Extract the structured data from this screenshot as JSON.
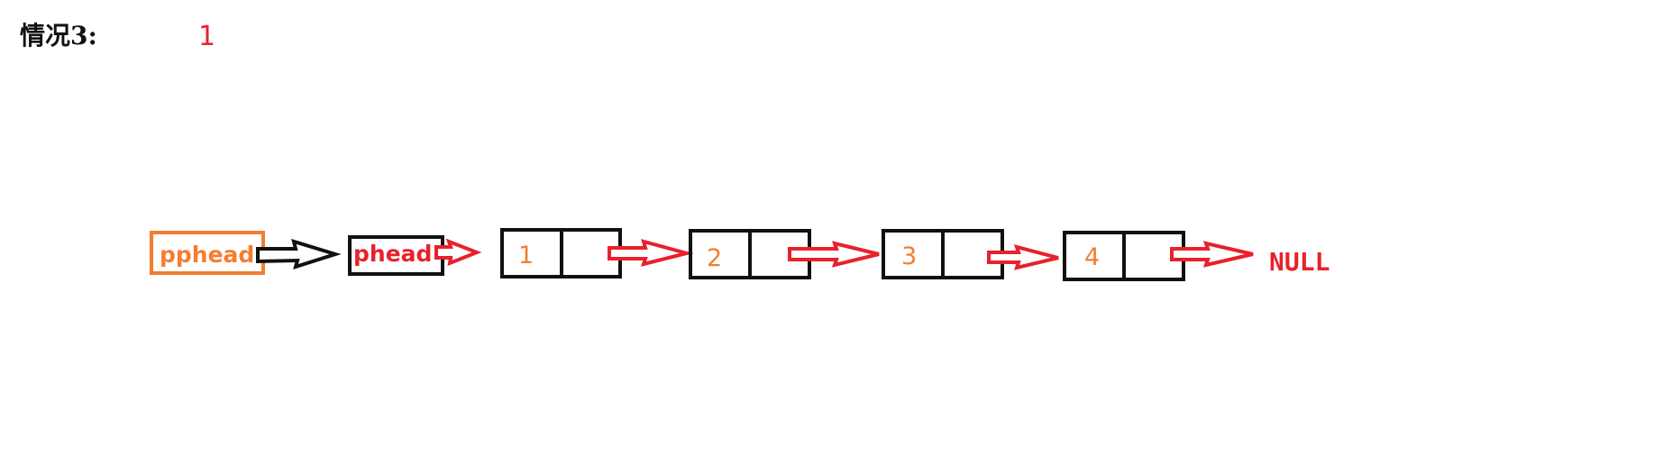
{
  "title": {
    "label": "情况3:",
    "number": "1"
  },
  "diagram": {
    "pointer_to_pointer": "pphead",
    "head_pointer": "phead",
    "nodes": [
      "1",
      "2",
      "3",
      "4"
    ],
    "terminator": "NULL"
  },
  "colors": {
    "red": "#e8212b",
    "orange": "#f47d30",
    "black": "#111111"
  }
}
